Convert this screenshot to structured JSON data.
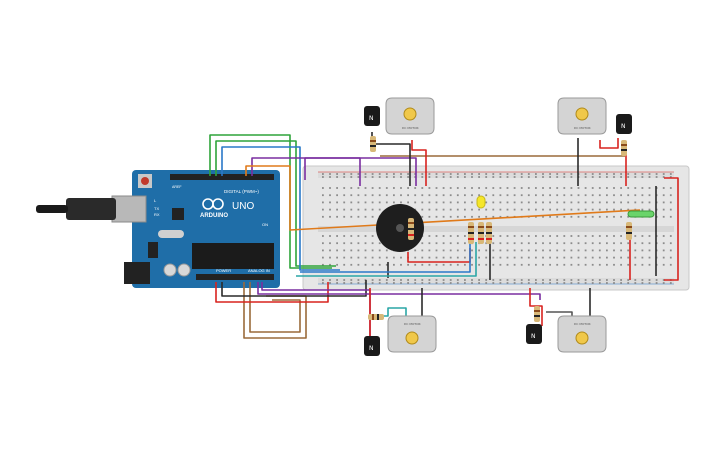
{
  "arduino": {
    "logo_text": "ARDUINO",
    "model": "UNO",
    "digital_label": "DIGITAL (PWM~)",
    "analog_label": "ANALOG IN",
    "power_label": "POWER",
    "tx_label": "TX",
    "rx_label": "RX",
    "l_label": "L",
    "on_label": "ON",
    "aref_label": "AREF"
  },
  "transistor_label": "N",
  "motor_label": "DC MOTOR",
  "colors": {
    "board": "#1f6ea8",
    "breadboard": "#e8e8e8",
    "wire_red": "#d8231f",
    "wire_black": "#2a2a2a",
    "wire_green": "#2ea43a",
    "wire_purple": "#7a2ea0",
    "wire_blue": "#2a78c8",
    "wire_brown": "#9a6a3a",
    "wire_orange": "#e07a1a",
    "wire_teal": "#2aa6a6",
    "led_yellow": "#f5e62a",
    "led_green": "#6ad46a"
  }
}
